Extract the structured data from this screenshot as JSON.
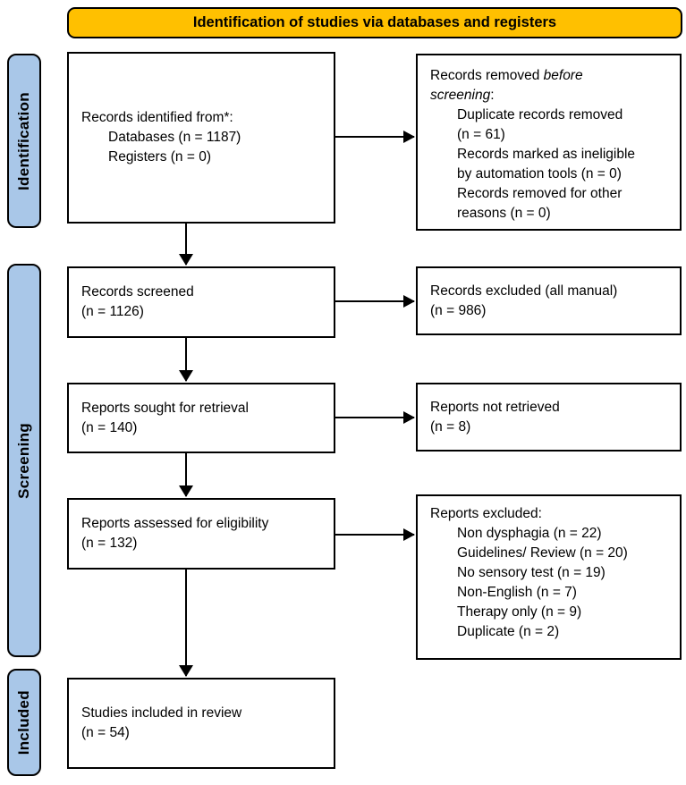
{
  "banner": {
    "label": "Identification of studies via databases and registers"
  },
  "colors": {
    "banner_bg": "#FFC000",
    "stage_bg": "#A9C7E8",
    "border": "#000000"
  },
  "stages": {
    "identification": "Identification",
    "screening": "Screening",
    "included": "Included"
  },
  "boxes": {
    "records_identified": {
      "title": "Records identified from*:",
      "lines": [
        "Databases (n = 1187)",
        "Registers (n = 0)"
      ]
    },
    "records_removed": {
      "title_l1_regular": "Records removed ",
      "title_l1_italic": "before",
      "title_l2_italic": "screening",
      "title_l2_regular": ":",
      "lines": [
        "Duplicate records removed",
        "(n = 61)",
        "Records marked as ineligible",
        "by automation tools (n = 0)",
        "Records removed for other",
        "reasons (n = 0)"
      ]
    },
    "records_screened": {
      "lines": [
        "Records screened",
        "(n = 1126)"
      ]
    },
    "records_excluded": {
      "lines": [
        "Records excluded (all manual)",
        "(n = 986)"
      ]
    },
    "reports_sought": {
      "lines": [
        "Reports sought for retrieval",
        "(n = 140)"
      ]
    },
    "reports_not_retrieved": {
      "lines": [
        "Reports not retrieved",
        "(n = 8)"
      ]
    },
    "reports_assessed": {
      "lines": [
        "Reports assessed for eligibility",
        "(n = 132)"
      ]
    },
    "reports_excluded": {
      "title": "Reports excluded:",
      "lines": [
        "Non dysphagia (n = 22)",
        "Guidelines/ Review (n = 20)",
        "No sensory test (n = 19)",
        "Non-English (n = 7)",
        "Therapy only (n = 9)",
        "Duplicate (n = 2)"
      ]
    },
    "studies_included": {
      "lines": [
        "Studies included in review",
        "(n = 54)"
      ]
    }
  }
}
